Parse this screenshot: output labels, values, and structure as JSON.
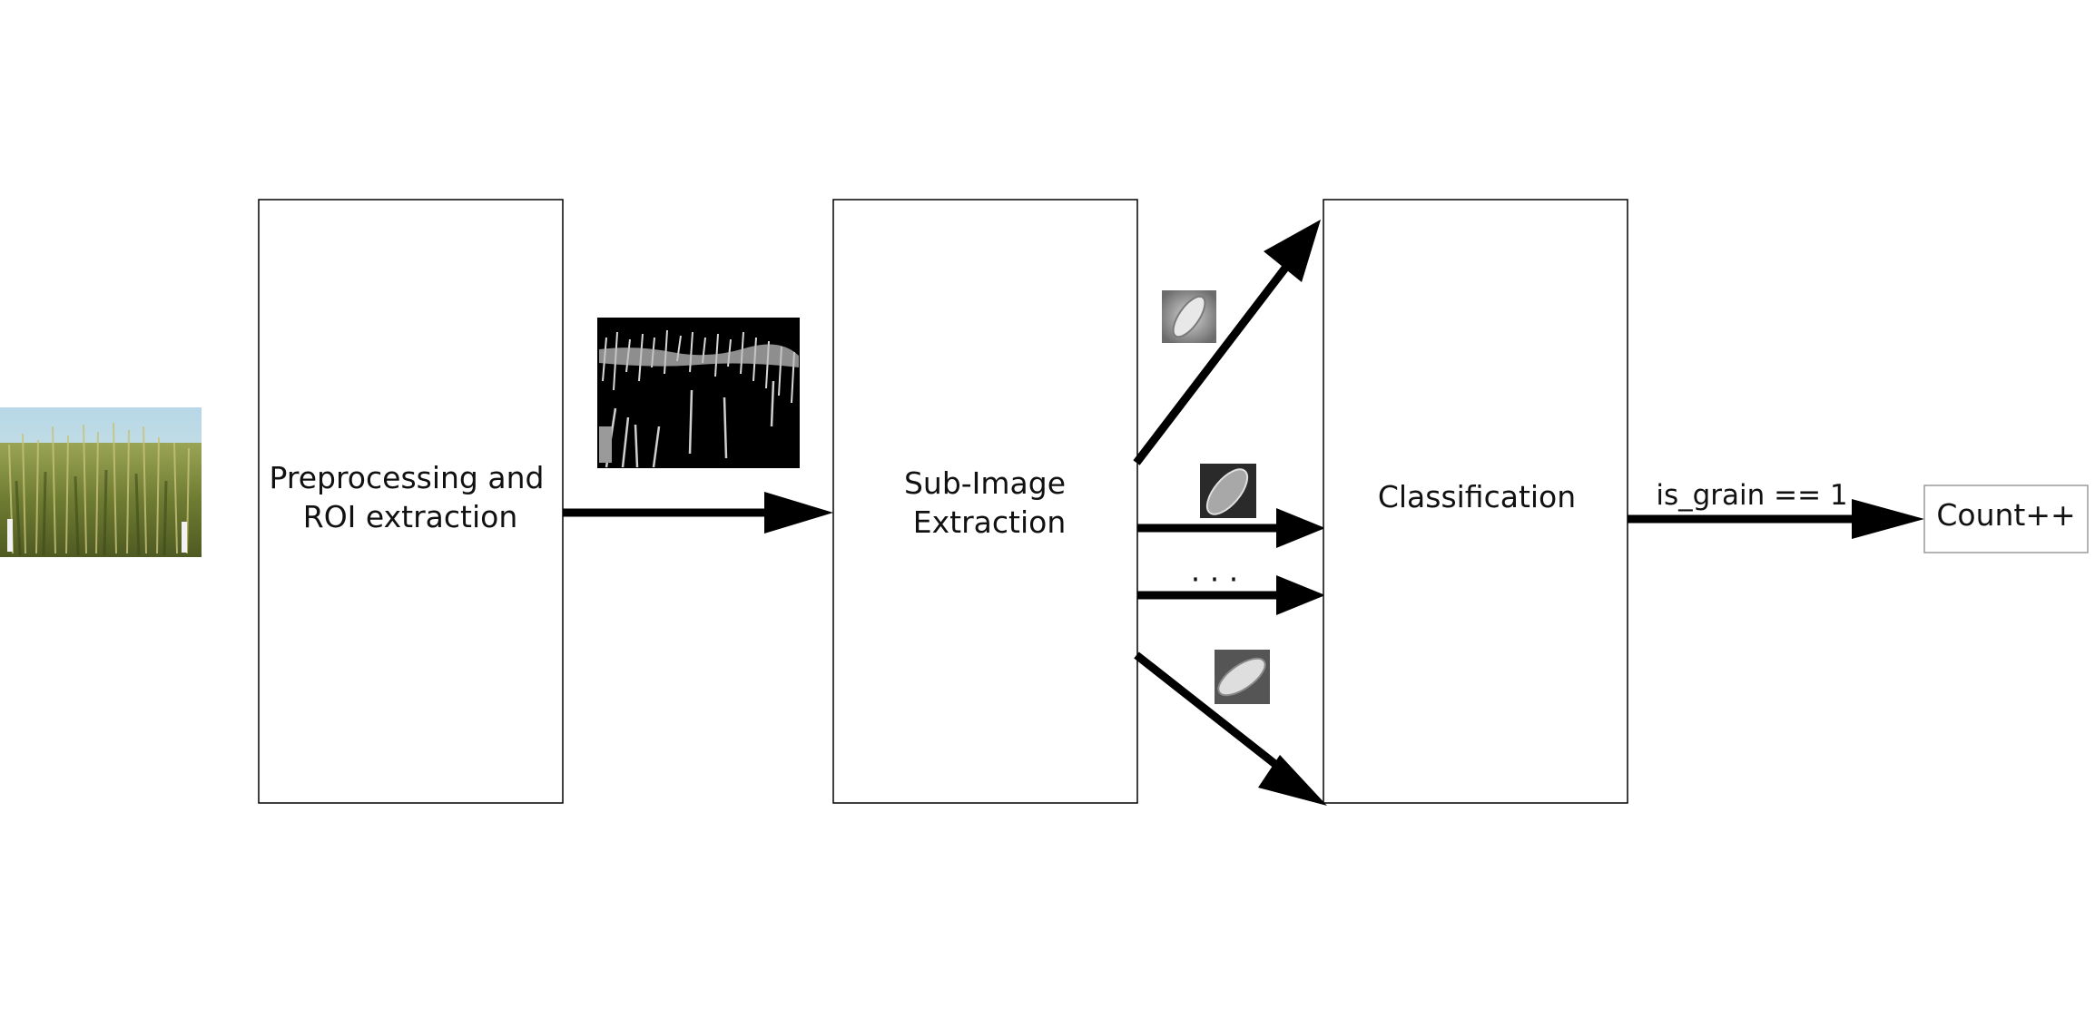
{
  "boxes": {
    "preprocessing": {
      "line1": "Preprocessing and",
      "line2": "ROI extraction"
    },
    "sub_image": {
      "line1": "Sub-Image",
      "line2": "Extraction"
    },
    "classification": {
      "line1": "Classification"
    },
    "count": {
      "label": "Count++"
    }
  },
  "edges": {
    "is_grain_label": "is_grain == 1",
    "ellipsis": "· · ·"
  },
  "images": {
    "input_photo": "wheat-field-photo",
    "roi_mask": "roi-mask-image",
    "patches": [
      "grain-patch-1",
      "grain-patch-2",
      "grain-patch-3"
    ]
  },
  "colors": {
    "stroke": "#000000",
    "count_border": "#9a9a9a",
    "sky": "#a9cfe0",
    "wheat": "#7d8a3c"
  }
}
